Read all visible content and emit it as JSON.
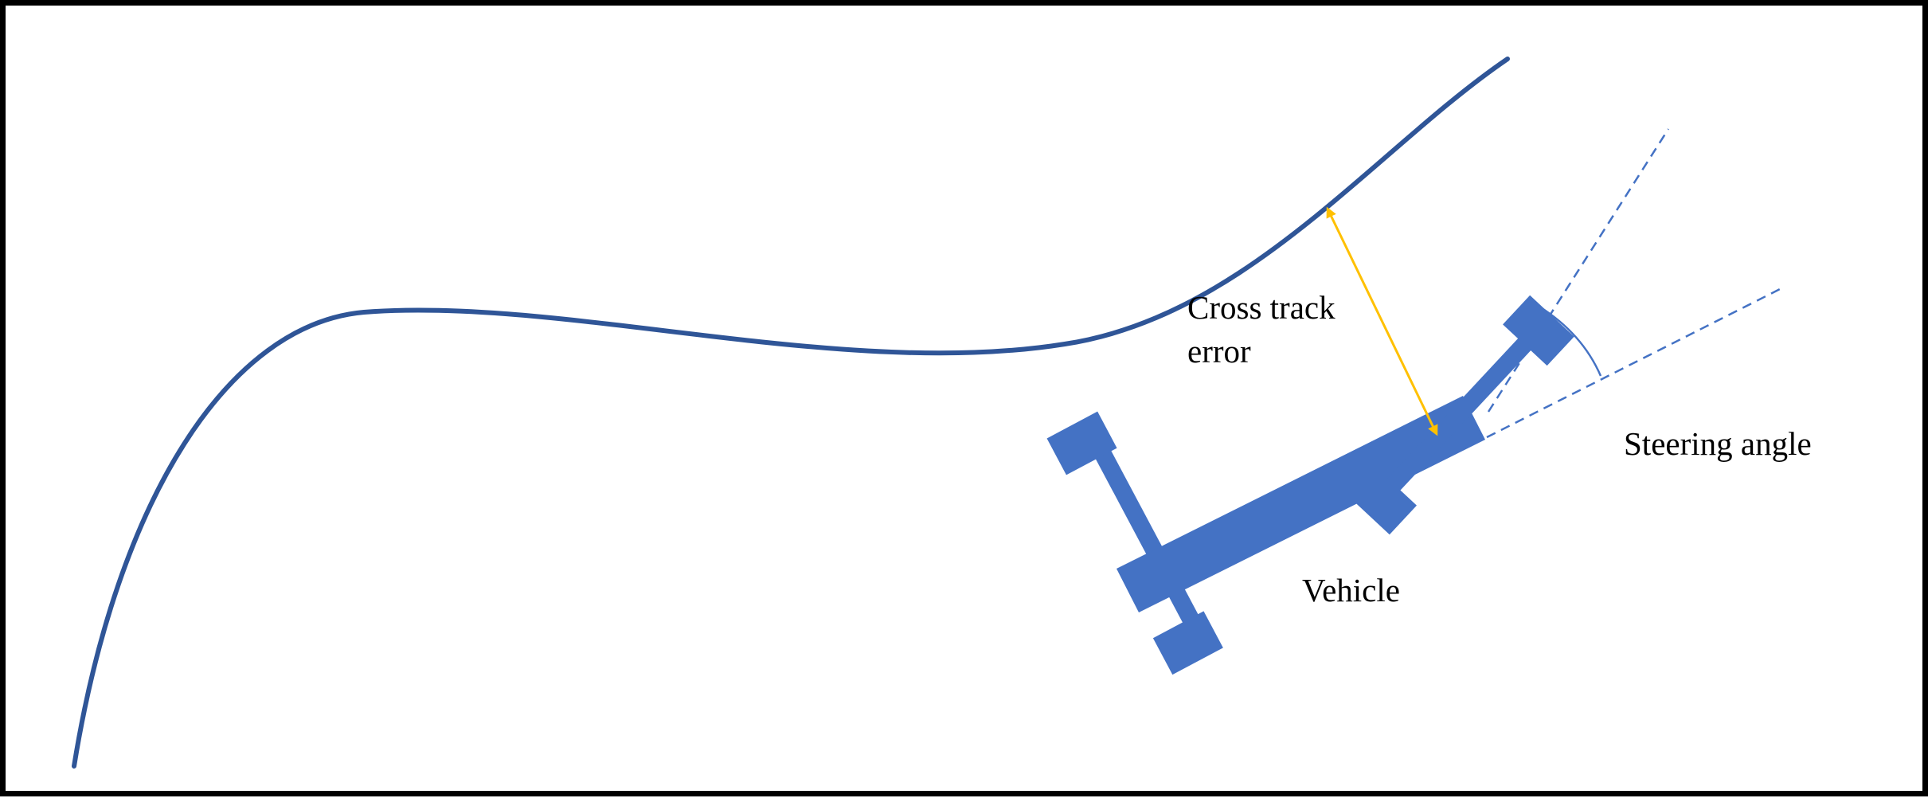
{
  "labels": {
    "cross_track_error_line1": "Cross track",
    "cross_track_error_line2": "error",
    "steering_angle": "Steering angle",
    "vehicle": "Vehicle"
  },
  "colors": {
    "path": "#2f5597",
    "vehicle": "#4472c4",
    "error_arrow": "#ffc000",
    "guide_lines": "#4472c4",
    "border": "#000000",
    "text": "#000000"
  },
  "icons": {
    "vehicle": "vehicle-icon",
    "arrow": "double-arrow-icon"
  }
}
